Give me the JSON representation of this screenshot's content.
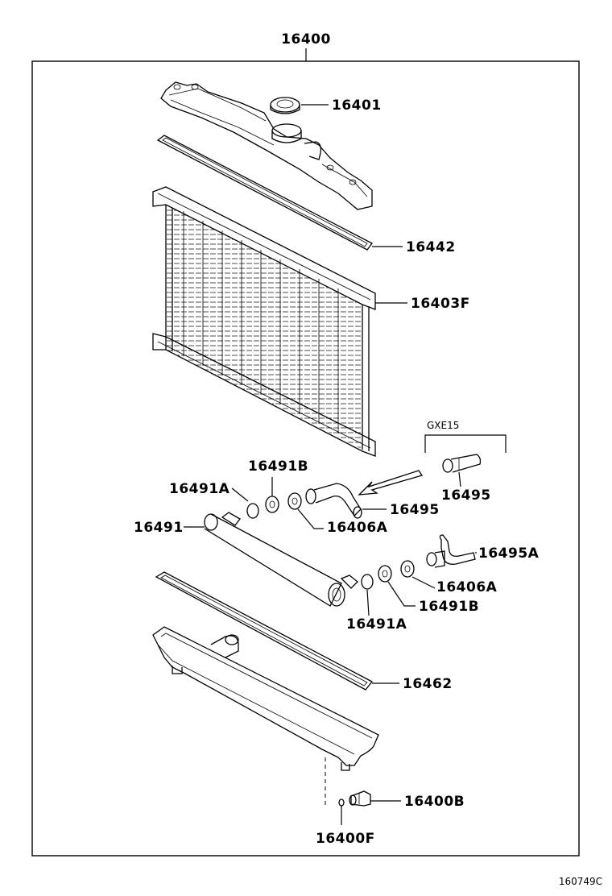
{
  "assembly_label": "16400",
  "figure_code": "160749C",
  "variant_label": "GXE15",
  "labels": {
    "cap": "16401",
    "upper_gasket": "16442",
    "core": "16403F",
    "oring_upper_left": "16491A",
    "washer_upper_left": "16491B",
    "oil_cooler": "16491",
    "nut_upper": "16406A",
    "hose_upper": "16495",
    "hose_variant": "16495",
    "hose_lower": "16495A",
    "nut_lower": "16406A",
    "washer_lower": "16491B",
    "oring_lower": "16491A",
    "lower_gasket": "16462",
    "drain_cock": "16400B",
    "drain_oring": "16400F"
  }
}
